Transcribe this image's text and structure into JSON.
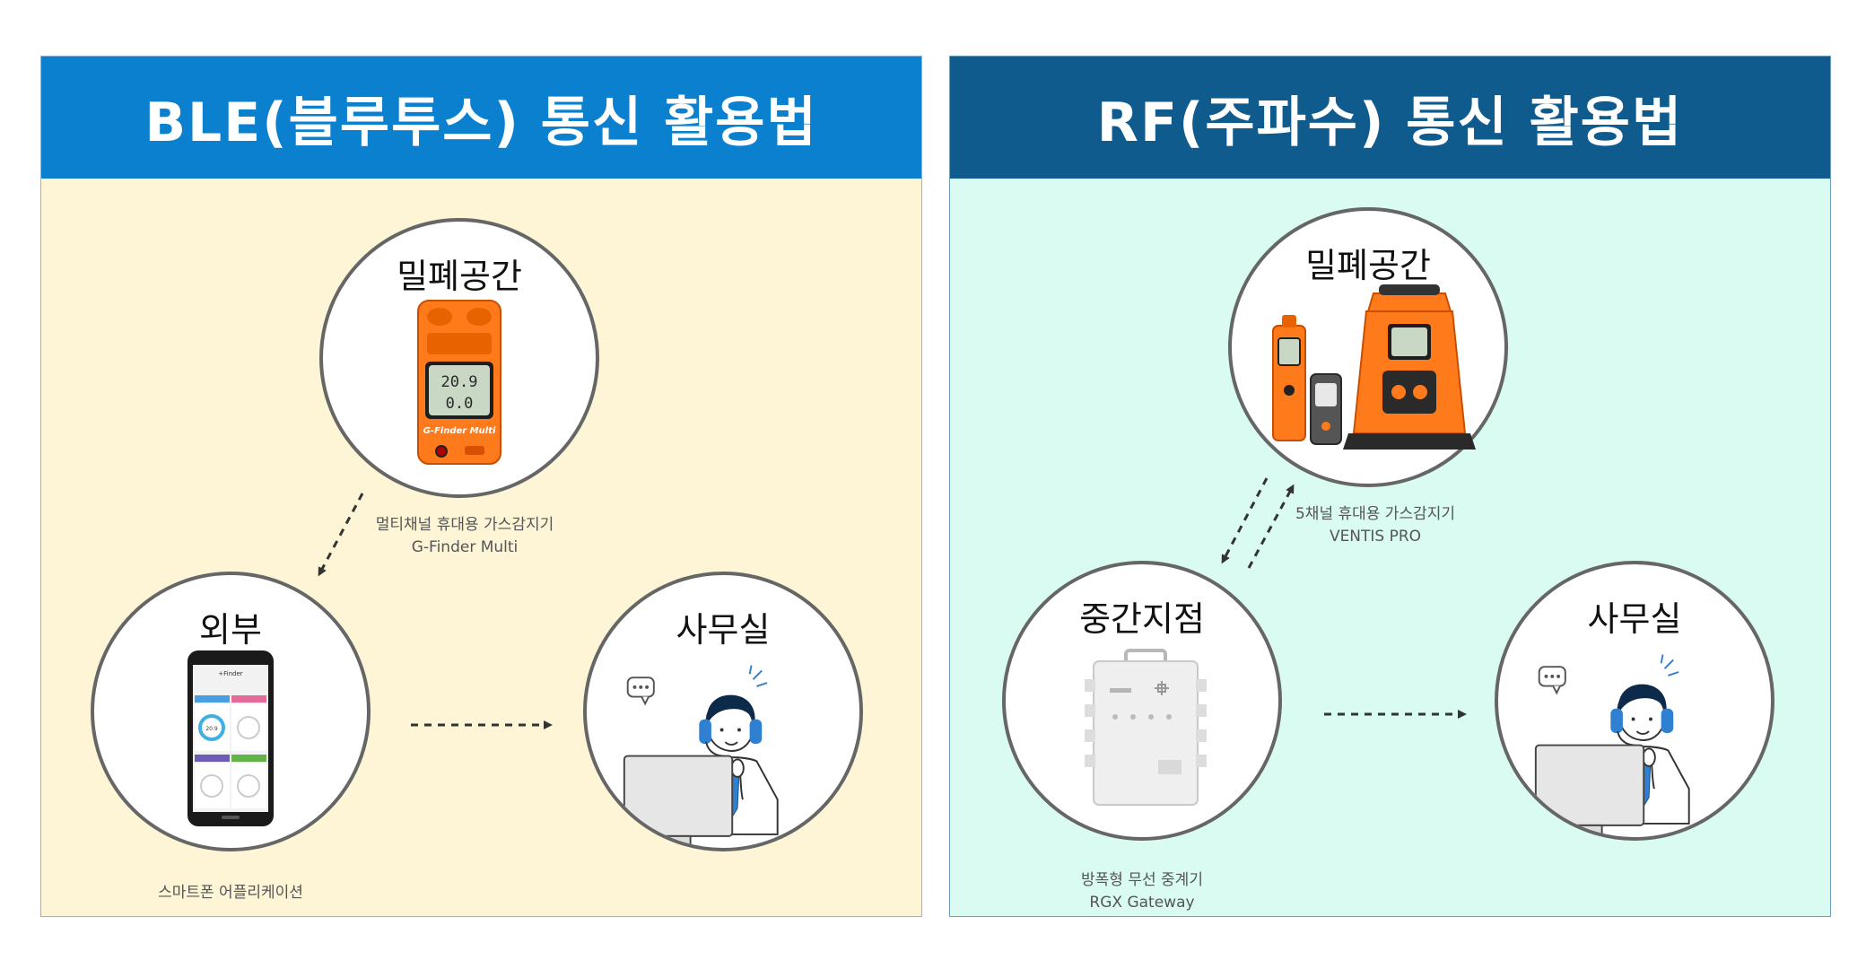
{
  "ble_panel": {
    "title": "BLE(블루투스) 통신 활용법",
    "nodes": {
      "confined": {
        "label": "밀폐공간"
      },
      "outside": {
        "label": "외부"
      },
      "office": {
        "label": "사무실"
      }
    },
    "captions": {
      "detector_line1": "멀티채널 휴대용 가스감지기",
      "detector_line2": "G-Finder Multi",
      "phone": "스마트폰 어플리케이션"
    },
    "device_text": {
      "detector_brand": "G-Finder Multi",
      "detector_reading_top": "20.9",
      "detector_reading_bottom": "0.0",
      "phone_app_name": "+Finder",
      "phone_reading": "20.9"
    }
  },
  "rf_panel": {
    "title": "RF(주파수) 통신 활용법",
    "nodes": {
      "confined": {
        "label": "밀폐공간"
      },
      "relay": {
        "label": "중간지점"
      },
      "office": {
        "label": "사무실"
      }
    },
    "captions": {
      "detector_line1": "5채널 휴대용 가스감지기",
      "detector_line2": "VENTIS PRO",
      "gateway_line1": "방폭형 무선 중계기",
      "gateway_line2": "RGX Gateway"
    }
  },
  "colors": {
    "ble_header": "#0a80ce",
    "rf_header": "#0f5b8e",
    "ble_background": "#fdf5d6",
    "rf_background": "#d9fbf1",
    "device_orange": "#ff7a1a",
    "headset_blue": "#2f80d1"
  },
  "icons": [
    "gas-detector-icon",
    "smartphone-icon",
    "office-worker-icon",
    "speech-bubble-icon",
    "area-monitor-icon",
    "gateway-box-icon"
  ]
}
